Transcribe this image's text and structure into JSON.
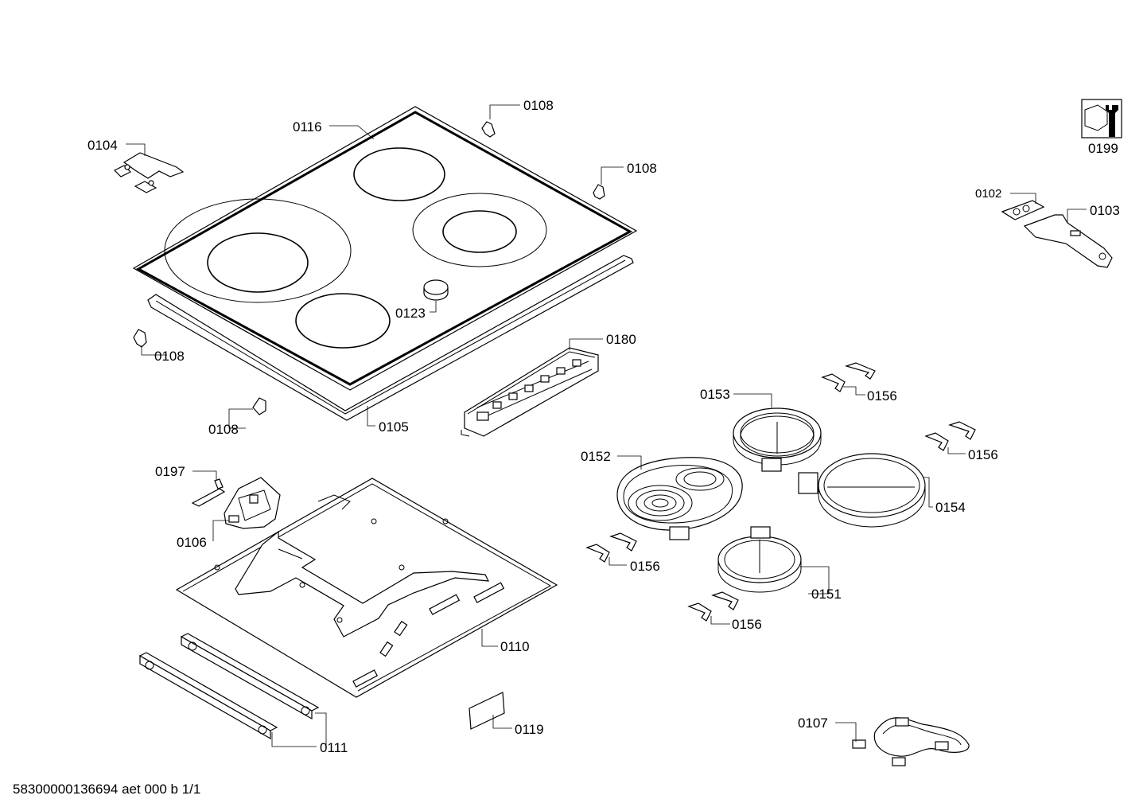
{
  "title": "",
  "footer": "58300000136694 aet 000 b 1/1",
  "parts": {
    "p0102": "0102",
    "p0103": "0103",
    "p0104": "0104",
    "p0105": "0105",
    "p0106": "0106",
    "p0107": "0107",
    "p0108": "0108",
    "p0110": "0110",
    "p0111": "0111",
    "p0116": "0116",
    "p0119": "0119",
    "p0123": "0123",
    "p0151": "0151",
    "p0152": "0152",
    "p0153": "0153",
    "p0154": "0154",
    "p0156": "0156",
    "p0180": "0180",
    "p0197": "0197",
    "p0199": "0199"
  },
  "icons": [
    "wrench-icon"
  ],
  "colors": {
    "line": "#000000",
    "background": "#ffffff"
  }
}
